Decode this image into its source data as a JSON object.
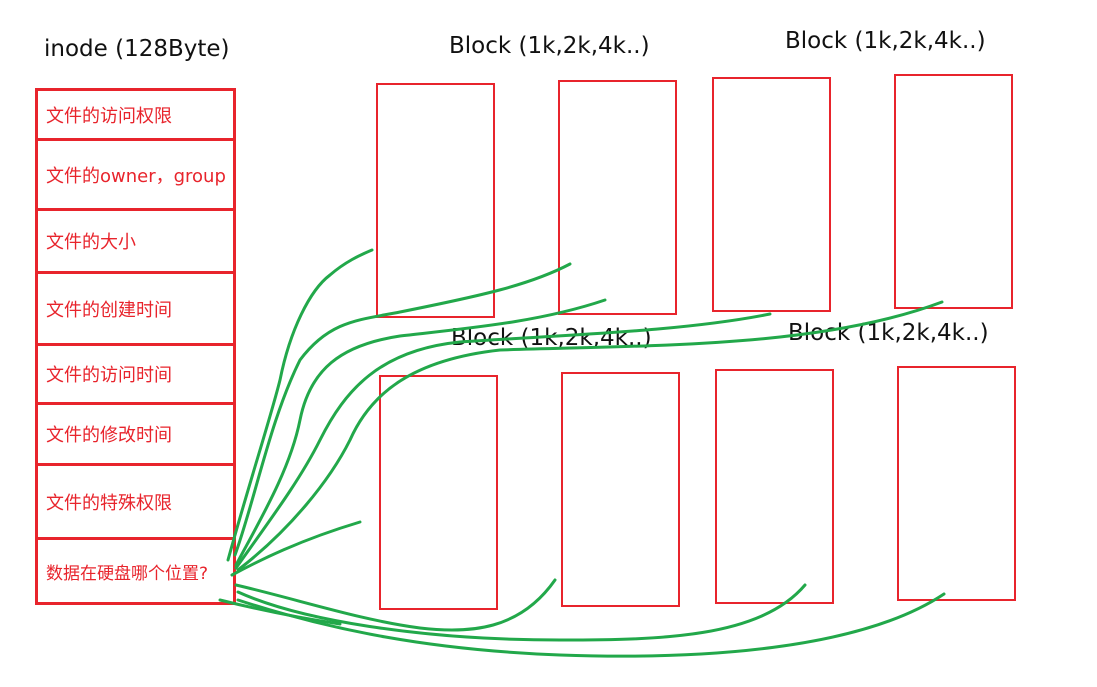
{
  "inode": {
    "title": "inode (128Byte)",
    "fields": [
      "文件的访问权限",
      "文件的owner，group",
      "文件的大小",
      "文件的创建时间",
      "文件的访问时间",
      "文件的修改时间",
      "文件的特殊权限",
      "数据在硬盘哪个位置?"
    ]
  },
  "blocks": {
    "group_titles": [
      "Block (1k,2k,4k..)",
      "Block (1k,2k,4k..)",
      "Block (1k,2k,4k..)",
      "Block (1k,2k,4k..)"
    ]
  },
  "colors": {
    "box_stroke": "#e8242c",
    "pointer_lines": "#22a84a",
    "title_text": "#111111"
  }
}
